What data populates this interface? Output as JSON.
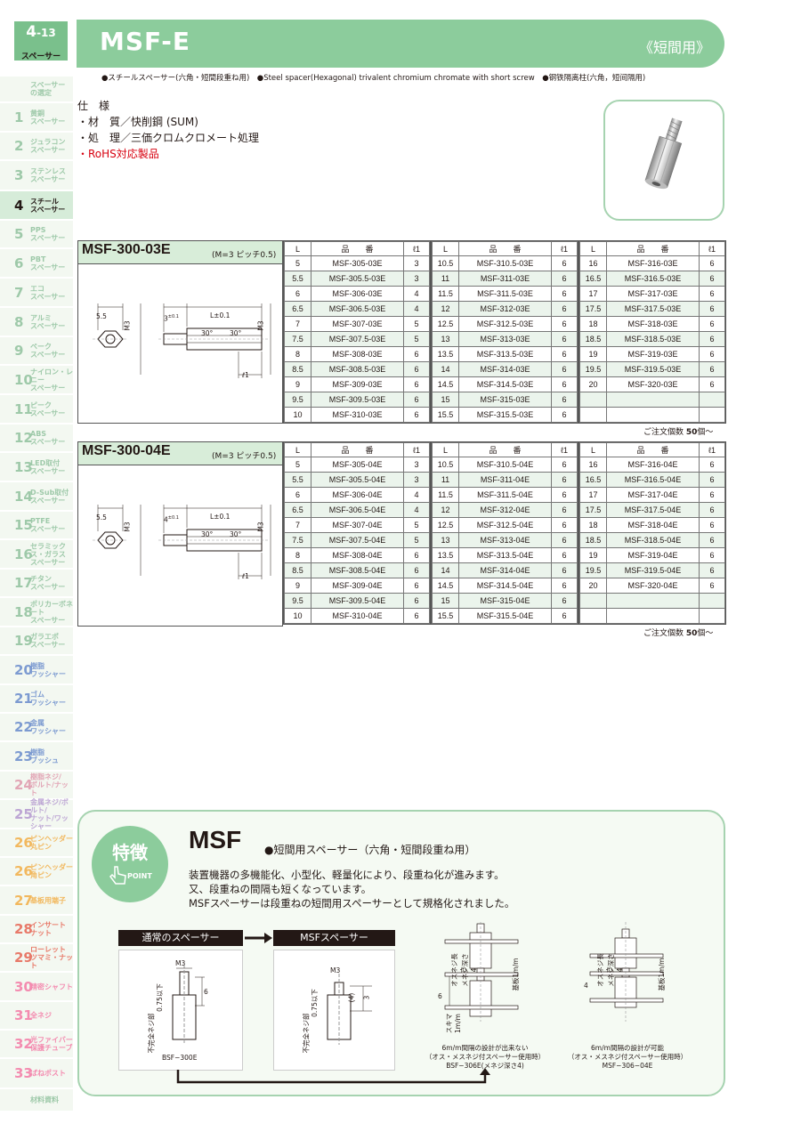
{
  "page": {
    "number": "4",
    "sub": "-13",
    "category": "スペーサー"
  },
  "sidebar": [
    {
      "n": "",
      "label": "スペーサー\nの選定",
      "cls": ""
    },
    {
      "n": "1",
      "label": "黄銅\nスペーサー",
      "cls": ""
    },
    {
      "n": "2",
      "label": "ジュラコン\nスペーサー",
      "cls": ""
    },
    {
      "n": "3",
      "label": "ステンレス\nスペーサー",
      "cls": ""
    },
    {
      "n": "4",
      "label": "スチール\nスペーサー",
      "cls": "sel"
    },
    {
      "n": "5",
      "label": "PPS\nスペーサー",
      "cls": ""
    },
    {
      "n": "6",
      "label": "PBT\nスペーサー",
      "cls": ""
    },
    {
      "n": "7",
      "label": "エコ\nスペーサー",
      "cls": ""
    },
    {
      "n": "8",
      "label": "アルミ\nスペーサー",
      "cls": ""
    },
    {
      "n": "9",
      "label": "ペーク\nスペーサー",
      "cls": ""
    },
    {
      "n": "10",
      "label": "ナイロン・レニー\nスペーサー",
      "cls": ""
    },
    {
      "n": "11",
      "label": "ピーク\nスペーサー",
      "cls": ""
    },
    {
      "n": "12",
      "label": "ABS\nスペーサー",
      "cls": ""
    },
    {
      "n": "13",
      "label": "LED取付\nスペーサー",
      "cls": ""
    },
    {
      "n": "14",
      "label": "D-Sub取付\nスペーサー",
      "cls": ""
    },
    {
      "n": "15",
      "label": "PTFE\nスペーサー",
      "cls": ""
    },
    {
      "n": "16",
      "label": "セラミックス・ガラス\nスペーサー",
      "cls": ""
    },
    {
      "n": "17",
      "label": "チタン\nスペーサー",
      "cls": ""
    },
    {
      "n": "18",
      "label": "ポリカーボネート\nスペーサー",
      "cls": ""
    },
    {
      "n": "19",
      "label": "ガラエポ\nスペーサー",
      "cls": ""
    },
    {
      "n": "20",
      "label": "樹脂\nワッシャー",
      "cls": "alt"
    },
    {
      "n": "21",
      "label": "ゴム\nワッシャー",
      "cls": "alt"
    },
    {
      "n": "22",
      "label": "金属\nワッシャー",
      "cls": "alt"
    },
    {
      "n": "23",
      "label": "樹脂\nブッシュ",
      "cls": "alt"
    },
    {
      "n": "24",
      "label": "樹脂ネジ/\nボルト/ナット",
      "cls": "alt2"
    },
    {
      "n": "25",
      "label": "金属ネジ/ボルト/\nナット/ワッシャー",
      "cls": "alt4"
    },
    {
      "n": "26",
      "label": "ピンヘッダー\n丸ピン",
      "cls": "alt3"
    },
    {
      "n": "26",
      "label": "ピンヘッダー\n角ピン",
      "cls": "alt3"
    },
    {
      "n": "27",
      "label": "基板用端子",
      "cls": "alt3"
    },
    {
      "n": "28",
      "label": "インサート\nナット",
      "cls": "alt5"
    },
    {
      "n": "29",
      "label": "ローレット\nツマミ・ナット",
      "cls": "alt5"
    },
    {
      "n": "30",
      "label": "精密シャフト",
      "cls": "alt6"
    },
    {
      "n": "31",
      "label": "全ネジ",
      "cls": "alt6"
    },
    {
      "n": "32",
      "label": "光ファイバー\n保護チューブ",
      "cls": "alt6"
    },
    {
      "n": "33",
      "label": "ばねポスト",
      "cls": "alt6"
    },
    {
      "n": "",
      "label": "材料資料",
      "cls": ""
    }
  ],
  "header": {
    "title": "MSF-E",
    "subtitle": "《短間用》"
  },
  "description": "●スチールスペーサー(六角・短間段重ね用)　●Steel spacer(Hexagonal) trivalent chromium chromate with short screw　●钢铁隔离柱(六角，短间隔用)",
  "spec": {
    "heading": "仕　様",
    "material": "・材　質／快削鋼 (SUM)",
    "treatment": "・処　理／三価クロムクロメート処理",
    "rohs": "・RoHS対応製品"
  },
  "table_headers": {
    "L": "L",
    "part": "品　　番",
    "l1": "ℓ1"
  },
  "products": [
    {
      "name": "MSF-300-03E",
      "pitch": "(M=3 ピッチ0.5)",
      "dims": {
        "hex": "5.5",
        "m": "M3",
        "thread": "3",
        "tol": "±0.1",
        "len": "L±0.1",
        "ang": "30°",
        "l1": "ℓ1"
      },
      "cols": [
        [
          [
            "5",
            "MSF-305-03E",
            "3"
          ],
          [
            "5.5",
            "MSF-305.5-03E",
            "3"
          ],
          [
            "6",
            "MSF-306-03E",
            "4"
          ],
          [
            "6.5",
            "MSF-306.5-03E",
            "4"
          ],
          [
            "7",
            "MSF-307-03E",
            "5"
          ],
          [
            "7.5",
            "MSF-307.5-03E",
            "5"
          ],
          [
            "8",
            "MSF-308-03E",
            "6"
          ],
          [
            "8.5",
            "MSF-308.5-03E",
            "6"
          ],
          [
            "9",
            "MSF-309-03E",
            "6"
          ],
          [
            "9.5",
            "MSF-309.5-03E",
            "6"
          ],
          [
            "10",
            "MSF-310-03E",
            "6"
          ]
        ],
        [
          [
            "10.5",
            "MSF-310.5-03E",
            "6"
          ],
          [
            "11",
            "MSF-311-03E",
            "6"
          ],
          [
            "11.5",
            "MSF-311.5-03E",
            "6"
          ],
          [
            "12",
            "MSF-312-03E",
            "6"
          ],
          [
            "12.5",
            "MSF-312.5-03E",
            "6"
          ],
          [
            "13",
            "MSF-313-03E",
            "6"
          ],
          [
            "13.5",
            "MSF-313.5-03E",
            "6"
          ],
          [
            "14",
            "MSF-314-03E",
            "6"
          ],
          [
            "14.5",
            "MSF-314.5-03E",
            "6"
          ],
          [
            "15",
            "MSF-315-03E",
            "6"
          ],
          [
            "15.5",
            "MSF-315.5-03E",
            "6"
          ]
        ],
        [
          [
            "16",
            "MSF-316-03E",
            "6"
          ],
          [
            "16.5",
            "MSF-316.5-03E",
            "6"
          ],
          [
            "17",
            "MSF-317-03E",
            "6"
          ],
          [
            "17.5",
            "MSF-317.5-03E",
            "6"
          ],
          [
            "18",
            "MSF-318-03E",
            "6"
          ],
          [
            "18.5",
            "MSF-318.5-03E",
            "6"
          ],
          [
            "19",
            "MSF-319-03E",
            "6"
          ],
          [
            "19.5",
            "MSF-319.5-03E",
            "6"
          ],
          [
            "20",
            "MSF-320-03E",
            "6"
          ],
          [
            "",
            "",
            ""
          ],
          [
            "",
            "",
            ""
          ]
        ]
      ],
      "order": "ご注文個数",
      "order_qty": "50",
      "order_unit": "個〜"
    },
    {
      "name": "MSF-300-04E",
      "pitch": "(M=3 ピッチ0.5)",
      "dims": {
        "hex": "5.5",
        "m": "M3",
        "thread": "4",
        "tol": "±0.1",
        "len": "L±0.1",
        "ang": "30°",
        "l1": "ℓ1"
      },
      "cols": [
        [
          [
            "5",
            "MSF-305-04E",
            "3"
          ],
          [
            "5.5",
            "MSF-305.5-04E",
            "3"
          ],
          [
            "6",
            "MSF-306-04E",
            "4"
          ],
          [
            "6.5",
            "MSF-306.5-04E",
            "4"
          ],
          [
            "7",
            "MSF-307-04E",
            "5"
          ],
          [
            "7.5",
            "MSF-307.5-04E",
            "5"
          ],
          [
            "8",
            "MSF-308-04E",
            "6"
          ],
          [
            "8.5",
            "MSF-308.5-04E",
            "6"
          ],
          [
            "9",
            "MSF-309-04E",
            "6"
          ],
          [
            "9.5",
            "MSF-309.5-04E",
            "6"
          ],
          [
            "10",
            "MSF-310-04E",
            "6"
          ]
        ],
        [
          [
            "10.5",
            "MSF-310.5-04E",
            "6"
          ],
          [
            "11",
            "MSF-311-04E",
            "6"
          ],
          [
            "11.5",
            "MSF-311.5-04E",
            "6"
          ],
          [
            "12",
            "MSF-312-04E",
            "6"
          ],
          [
            "12.5",
            "MSF-312.5-04E",
            "6"
          ],
          [
            "13",
            "MSF-313-04E",
            "6"
          ],
          [
            "13.5",
            "MSF-313.5-04E",
            "6"
          ],
          [
            "14",
            "MSF-314-04E",
            "6"
          ],
          [
            "14.5",
            "MSF-314.5-04E",
            "6"
          ],
          [
            "15",
            "MSF-315-04E",
            "6"
          ],
          [
            "15.5",
            "MSF-315.5-04E",
            "6"
          ]
        ],
        [
          [
            "16",
            "MSF-316-04E",
            "6"
          ],
          [
            "16.5",
            "MSF-316.5-04E",
            "6"
          ],
          [
            "17",
            "MSF-317-04E",
            "6"
          ],
          [
            "17.5",
            "MSF-317.5-04E",
            "6"
          ],
          [
            "18",
            "MSF-318-04E",
            "6"
          ],
          [
            "18.5",
            "MSF-318.5-04E",
            "6"
          ],
          [
            "19",
            "MSF-319-04E",
            "6"
          ],
          [
            "19.5",
            "MSF-319.5-04E",
            "6"
          ],
          [
            "20",
            "MSF-320-04E",
            "6"
          ],
          [
            "",
            "",
            ""
          ],
          [
            "",
            "",
            ""
          ]
        ]
      ],
      "order": "ご注文個数",
      "order_qty": "50",
      "order_unit": "個〜"
    }
  ],
  "feature": {
    "badge": "特徴",
    "point": "POINT",
    "title": "MSF",
    "subtitle": "●短間用スペーサー（六角・短間段重ね用）",
    "lines": [
      "装置機器の多機能化、小型化、軽量化により、段重ね化が進みます。",
      "又、段重ねの間隔も短くなっています。",
      "MSFスペーサーは段重ねの短間用スペーサーとして規格化されました。"
    ],
    "left_box": "通常のスペーサー",
    "right_box": "MSFスペーサー",
    "left_caption": "BSF−300E",
    "left_m": "M3",
    "left_6": "6",
    "left_075": "0.75以下",
    "left_side": "不完全ネジ部",
    "right_m": "M3",
    "right_4": "(4)",
    "right_3": "3",
    "right_075": "0.75以下",
    "right_side": "不完全ネジ部",
    "ex1_l1": "6m/m間隔の設計が出来ない",
    "ex1_l2": "（オス・メスネジ付スペーサー使用時）",
    "ex1_l3": "BSF−306E(メネジ深さ4)",
    "ex1_v1": "オスネジ長さ",
    "ex1_v2": "メネジ深さ4",
    "ex1_v3": "基板1m/m",
    "ex1_v4": "6",
    "ex1_v5": "スキマ1m/m",
    "ex2_l1": "6m/m間隔の設計が可能",
    "ex2_l2": "（オス・メスネジ付スペーサー使用時）",
    "ex2_l3": "MSF−306−04E",
    "ex2_v1": "オスネジ長さ",
    "ex2_v2": "メネジ深さ4",
    "ex2_v3": "基板1m/m",
    "ex2_v4": "4"
  },
  "colors": {
    "green": "#8ccc9c",
    "light_green": "#d8edd9",
    "red": "#d7000f"
  }
}
